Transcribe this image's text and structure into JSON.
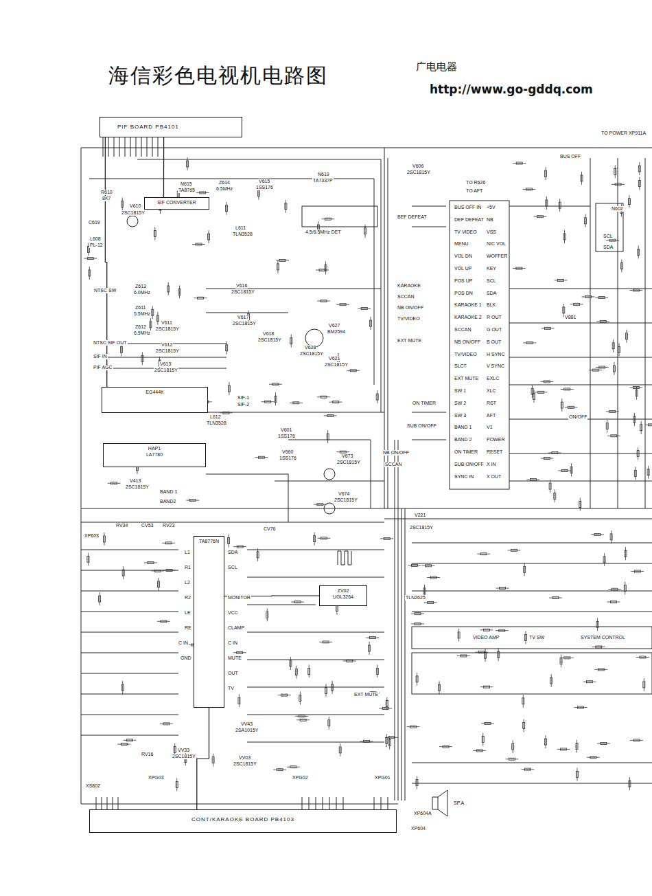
{
  "diagram": {
    "title": "海信彩色电视机电路图",
    "nodes": [
      {
        "text": [
          "PIF BOARD PB4101"
        ]
      },
      {
        "text": [
          "CONT/KARAOKE BOARD PB4103"
        ]
      },
      {
        "text": [
          "SIF CONVERTER"
        ]
      },
      {
        "text": [
          "TA8776N"
        ]
      },
      {
        "text": [
          "EG444K"
        ]
      },
      {
        "text": [
          "HAP1",
          "LA7780"
        ]
      },
      {
        "text": [
          "ZV02",
          "UGL3264"
        ]
      }
    ],
    "edges": [
      {
        "from": 0,
        "to": 4,
        "arrow": "none"
      },
      {
        "from": 0,
        "to": 2,
        "arrow": "none"
      },
      {
        "from": 6,
        "to": 3,
        "arrow": "none"
      },
      {
        "from": 3,
        "to": 1,
        "arrow": "none"
      }
    ],
    "labels": [
      "广电电器",
      "http://www.go-gddq.com",
      "R610",
      "8K7",
      "V610",
      "2SC1815Y",
      "C619",
      "L608",
      "PL-12",
      "NTSC SW",
      "N615",
      "TA8765",
      "Z614",
      "6.5MHz",
      "V615",
      "1SS176",
      "N619",
      "TA7337P",
      "4.5/6.5MHz DET",
      "L611",
      "TLN3528",
      "Z613",
      "6.0MHz",
      "Z611",
      "5.5MHz",
      "Z612",
      "6.5MHz",
      "V611",
      "2SC1815Y",
      "V612",
      "2SC1815Y",
      "V613",
      "2SC1815Y",
      "V616",
      "2SC1815Y",
      "V617",
      "2SC1815Y",
      "V618",
      "2SC1815Y",
      "V627",
      "BM2594",
      "V628",
      "2SC1815Y",
      "V621",
      "2SC1815Y",
      "NTSC SIF OUT",
      "SIF IN",
      "PIF AGC",
      "SIF-1",
      "SIF-2",
      "L612",
      "TLN3528",
      "V601",
      "1SS176",
      "V660",
      "1SS176",
      "V673",
      "2SC1815Y",
      "V674",
      "2SC1815Y",
      "V413",
      "2SC1815Y",
      "BAND 1",
      "BAND2",
      "XP603",
      "RV34",
      "CV53",
      "RV23",
      "CV76",
      "RV16",
      "VV33",
      "2SC1815Y",
      "VV43",
      "2SA1015Y",
      "VV03",
      "2SC1815Y",
      "XPG03",
      "XPG02",
      "XPG01",
      "XS802",
      "XP604A",
      "XP604",
      "SP.A",
      "EXT MUTE",
      "L1",
      "R1",
      "L2",
      "R2",
      "LE",
      "RE",
      "C IN",
      "GND",
      "SDA",
      "SCL",
      "MONITOR",
      "VCC",
      "CLAMP",
      "C IN",
      "MUTE",
      "OUT",
      "TV",
      "BUS OFF IN",
      "DEF DEFEAT",
      "TV VIDEO",
      "MENU",
      "VOL DN",
      "VOL UP",
      "POS UP",
      "POS DN",
      "KARAOKE 1",
      "KARAOKE 2",
      "SCCAN",
      "NB ON/OFF",
      "TV/VIDEO",
      "SLCT",
      "EXT MUTE",
      "SW 1",
      "SW 2",
      "SW 3",
      "BAND 1",
      "BAND 2",
      "ON TIMER",
      "SUB ON/OFF",
      "SYNC IN",
      "+5V",
      "NB",
      "VSS",
      "NIC VOL",
      "WOFFER",
      "KEY",
      "SCL",
      "SDA",
      "BLK",
      "R OUT",
      "G OUT",
      "B OUT",
      "H SYNC",
      "V SYNC",
      "EXLC",
      "XLC",
      "RST",
      "AFT",
      "V1",
      "POWER",
      "RESET",
      "X IN",
      "X OUT",
      "BEF DEFEAT",
      "KARAOKE",
      "SCCAN",
      "NB ON/OFF",
      "TV/VIDEO",
      "EXT MUTE",
      "ON TIMER",
      "SUB ON/OFF",
      "NB ON/OFF",
      "SCCAN",
      "V606",
      "2SC1815Y",
      "BUS OFF",
      "TO R626",
      "TO AFT",
      "TO POWER XP911A",
      "N602",
      "SCL",
      "SDA",
      "ON/OFF",
      "V881",
      "V221",
      "2SC1815Y",
      "TLN2625",
      "VIDEO AMP",
      "TV SW",
      "SYSTEM CONTROL"
    ]
  }
}
